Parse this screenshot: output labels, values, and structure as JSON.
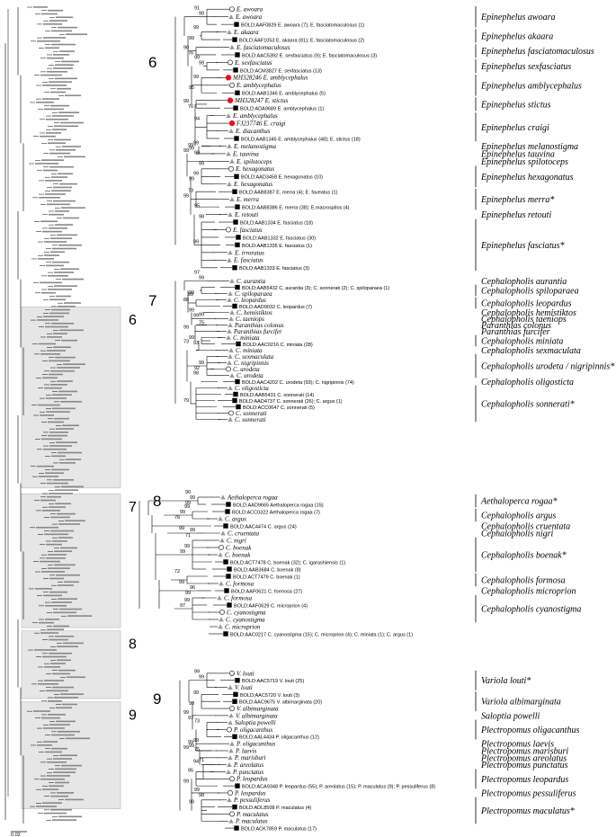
{
  "overview": {
    "leaf_count": 240,
    "highlight_boxes": [
      {
        "label": "6",
        "y0": 0.367,
        "y1": 0.589
      },
      {
        "label": "7",
        "y0": 0.596,
        "y1": 0.76
      },
      {
        "label": "8",
        "y0": 0.764,
        "y1": 0.847
      },
      {
        "label": "9",
        "y0": 0.851,
        "y1": 0.982
      }
    ],
    "scale_label": "0.02"
  },
  "panels": [
    {
      "label": "6",
      "clades": [
        {
          "name": "Epinephelus awoara",
          "star": false,
          "count": 3
        },
        {
          "name": "Epinephelus akaara",
          "star": false,
          "count": 2
        },
        {
          "name": "Epinephelus fasciatomaculosus",
          "star": false,
          "count": 2
        },
        {
          "name": "Epinephelus sexfasciatus",
          "star": false,
          "count": 2
        },
        {
          "name": "Epinephelus amblycephalus",
          "star": false,
          "count": 3
        },
        {
          "name": "Epinephelus stictus",
          "star": false,
          "count": 2
        },
        {
          "name": "Epinephelus craigi",
          "star": false,
          "count": 4
        },
        {
          "name": "Epinephelus melanostigma",
          "star": false,
          "count": 1
        },
        {
          "name": "Epinephelus tauvina",
          "star": false,
          "count": 1
        },
        {
          "name": "Epinephelus spilotoceps",
          "star": false,
          "count": 1
        },
        {
          "name": "Epinephelus hexagonatus",
          "star": false,
          "count": 3
        },
        {
          "name": "Epinephelus merra",
          "star": true,
          "count": 3
        },
        {
          "name": "Epinephelus retouti",
          "star": false,
          "count": 1
        },
        {
          "name": "Epinephelus fasciatus",
          "star": true,
          "count": 7
        }
      ],
      "tips": [
        {
          "m": "O",
          "t": "E. awoara"
        },
        {
          "m": "T",
          "t": "E. awoara"
        },
        {
          "m": "S",
          "t": "BOLD:AAF0829 E. awoara (7); E. fasciatomaculosus (1)"
        },
        {
          "m": "T",
          "t": "E. akaara"
        },
        {
          "m": "S",
          "t": "BOLD:AAF1053 E. akaara (81); E. fasciatomaculosus (2)"
        },
        {
          "m": "T",
          "t": "E. fasciatomaculosus"
        },
        {
          "m": "S",
          "t": "BOLD:AAC5392 E. sexfasciatus (9); E. fasciatomaculosus (3)"
        },
        {
          "m": "O",
          "t": "E. sexfasciatus"
        },
        {
          "m": "S",
          "t": "BOLD:ACM3827 E. sexfasciatus (13)"
        },
        {
          "m": "R",
          "t": "MH328246 E. amblycephalus"
        },
        {
          "m": "O",
          "t": "E. amblycephalus"
        },
        {
          "m": "S",
          "t": "BOLD:AAB1346 E. amblycephalus (5)"
        },
        {
          "m": "R",
          "t": "MH328247 E. stictus"
        },
        {
          "m": "S",
          "t": "BOLD:ADA9689 E. amblycephalus (1)"
        },
        {
          "m": "T",
          "t": "E. amblycephalus"
        },
        {
          "m": "R",
          "t": "FJ237746 E. craigi"
        },
        {
          "m": "T",
          "t": "E. diacanthus"
        },
        {
          "m": "S",
          "t": "BOLD:AAB1345 E. amblycephalus (48); E. stictus (18)"
        },
        {
          "m": "T",
          "t": "E. melanostigma"
        },
        {
          "m": "T",
          "t": "E. tauvina"
        },
        {
          "m": "T",
          "t": "E. spilotoceps"
        },
        {
          "m": "O",
          "t": "E. hexagonatus"
        },
        {
          "m": "S",
          "t": "BOLD:AAD3458 E. hexagonatus (10)"
        },
        {
          "m": "T",
          "t": "E. hexagonatus"
        },
        {
          "m": "S",
          "t": "BOLD:AAB8387 E. merra (4); E. faveatus (1)"
        },
        {
          "m": "T",
          "t": "E. merra"
        },
        {
          "m": "S",
          "t": "BOLD:AAB8386 E. merra (38); E.macrospilos (4)"
        },
        {
          "m": "T",
          "t": "E. retouti"
        },
        {
          "m": "S",
          "t": "BOLD:AAB1334 E. fasciatus (18)"
        },
        {
          "m": "O",
          "t": "E. fasciatus"
        },
        {
          "m": "S",
          "t": "BOLD:AAB1332 E. fasciatus (30)"
        },
        {
          "m": "S",
          "t": "BOLD:AAB1335 E. fasciatus (1)"
        },
        {
          "m": "T",
          "t": "E. irroratus"
        },
        {
          "m": "T",
          "t": "E. fasciatus"
        },
        {
          "m": "S",
          "t": "BOLD:AAB1333 E. fasciatus (3)"
        }
      ],
      "supports": [
        "91",
        "99",
        "99",
        "99",
        "90",
        "76",
        "99",
        "99",
        "95",
        "99",
        "99",
        "76",
        "94",
        "99",
        "99",
        "99",
        "99",
        "99",
        "99",
        "99",
        "99",
        "73",
        "99",
        "98",
        "95",
        "99"
      ]
    },
    {
      "label": "7",
      "clades": [
        {
          "name": "Cephalopholis aurantia",
          "star": false,
          "count": 1
        },
        {
          "name": "Cephalopholis spiloparaea",
          "star": false,
          "count": 2
        },
        {
          "name": "Cephalopholis leopardus",
          "star": false,
          "count": 2
        },
        {
          "name": "Cephalopholis hemistiktos",
          "star": false,
          "count": 1
        },
        {
          "name": "Cephalopholis taeniops",
          "star": false,
          "count": 1
        },
        {
          "name": "Paranthias colonus",
          "star": false,
          "count": 1
        },
        {
          "name": "Paranthias furcifer",
          "star": false,
          "count": 1
        },
        {
          "name": "Cephalopholis miniata",
          "star": false,
          "count": 2
        },
        {
          "name": "Cephalopholis sexmaculata",
          "star": false,
          "count": 1
        },
        {
          "name": "Cephalopholis urodeta / nigripinnis",
          "star": true,
          "count": 4
        },
        {
          "name": "Cephalopholis oligosticta",
          "star": false,
          "count": 1
        },
        {
          "name": "Cephalopholis sonnerati",
          "star": true,
          "count": 6
        }
      ],
      "tips": [
        {
          "m": "T",
          "t": "C. aurantia"
        },
        {
          "m": "S",
          "t": "BOLD:AAB5432 C. aurantia (3); C. sonnerati (2); C. spiloparaea (1)"
        },
        {
          "m": "T",
          "t": "C. spiloparaea"
        },
        {
          "m": "T",
          "t": "C. leopardus"
        },
        {
          "m": "S",
          "t": "BOLD:AAD9032 C. leopardus (7)"
        },
        {
          "m": "T",
          "t": "C. hemistiktos"
        },
        {
          "m": "T",
          "t": "C. taeniops"
        },
        {
          "m": "T",
          "t": "Paranthias colonus"
        },
        {
          "m": "T",
          "t": "Paranthias furcifer"
        },
        {
          "m": "T",
          "t": "C. miniata"
        },
        {
          "m": "S",
          "t": "BOLD:AAC0216 C. miniata (28)"
        },
        {
          "m": "T",
          "t": "C. miniata"
        },
        {
          "m": "T",
          "t": "C. sexmaculata"
        },
        {
          "m": "T",
          "t": "C. nigripinnis"
        },
        {
          "m": "O",
          "t": "C. urodeta"
        },
        {
          "m": "T",
          "t": "C. urodeta"
        },
        {
          "m": "S",
          "t": "BOLD:AAC4202 C. urodeta (93); C. nigripinnis (74)"
        },
        {
          "m": "T",
          "t": "C. oligosticta"
        },
        {
          "m": "S",
          "t": "BOLD:AAB5431 C. sonnerati (14)"
        },
        {
          "m": "S",
          "t": "BOLD:AAD4737 C. sonnerati (26); C. argus (1)"
        },
        {
          "m": "S",
          "t": "BOLD:ACC0647 C. sonnerati (5)"
        },
        {
          "m": "O",
          "t": "C. sonnerati"
        },
        {
          "m": "T",
          "t": "C. sonnerati"
        }
      ],
      "supports": [
        "97",
        "99",
        "99",
        "99",
        "88",
        "99",
        "99",
        "99",
        "99",
        "75",
        "99",
        "93",
        "73",
        "99",
        "92",
        "98",
        "79"
      ]
    },
    {
      "label": "8",
      "clades": [
        {
          "name": "Aethaloperca rogaa",
          "star": true,
          "count": 2
        },
        {
          "name": "Cephalopholis argus",
          "star": false,
          "count": 2
        },
        {
          "name": "Cephalopholis cruentata",
          "star": false,
          "count": 1
        },
        {
          "name": "Cephalopholis nigri",
          "star": false,
          "count": 1
        },
        {
          "name": "Cephalopholis boenak",
          "star": true,
          "count": 5
        },
        {
          "name": "Cephalopholis formosa",
          "star": false,
          "count": 2
        },
        {
          "name": "Cephalopholis microprion",
          "star": false,
          "count": 1
        },
        {
          "name": "Cephalopholis cyanostigma",
          "star": false,
          "count": 4
        }
      ],
      "tips": [
        {
          "m": "T",
          "t": "Aethaloperca rogaa"
        },
        {
          "m": "S",
          "t": "BOLD:AAD9665 Aethaloperca rogaa (15)"
        },
        {
          "m": "S",
          "t": "BOLD:ACC0322 Aethaloperca rogaa (7)"
        },
        {
          "m": "T",
          "t": "C. argus"
        },
        {
          "m": "S",
          "t": "BOLD:AAC4474 C. argus (24)"
        },
        {
          "m": "T",
          "t": "C. cruentata"
        },
        {
          "m": "T",
          "t": "C. nigri"
        },
        {
          "m": "O",
          "t": "C. boenak"
        },
        {
          "m": "T",
          "t": "C. boenak"
        },
        {
          "m": "S",
          "t": "BOLD:ACT7478 C. boenak (32); C. igarashiensis (1)"
        },
        {
          "m": "S",
          "t": "BOLD:AAB3684 C. boenak (8)"
        },
        {
          "m": "S",
          "t": "BOLD:ACT7479 C. boenak (1)"
        },
        {
          "m": "T",
          "t": "C. formosa"
        },
        {
          "m": "S",
          "t": "BOLD:AAF0621 C. formosa (27)"
        },
        {
          "m": "T",
          "t": "C. formosa"
        },
        {
          "m": "S",
          "t": "BOLD:AAF0629 C. microprion (4)"
        },
        {
          "m": "O",
          "t": "C. cyanostigma"
        },
        {
          "m": "T",
          "t": "C. cyanostigma"
        },
        {
          "m": "T",
          "t": "C. microprion"
        },
        {
          "m": "S",
          "t": "BOLD:AAC0217 C. cyanostigma (15); C. microprion (4); C. miniata (1); C. argus (1)"
        }
      ],
      "supports": [
        "90",
        "99",
        "99",
        "99",
        "99",
        "99",
        "76",
        "99",
        "71",
        "99",
        "99",
        "99",
        "72",
        "96",
        "99",
        "99",
        "97"
      ]
    },
    {
      "label": "9",
      "clades": [
        {
          "name": "Variola louti",
          "star": true,
          "count": 3
        },
        {
          "name": "Variola albimarginata",
          "star": false,
          "count": 3
        },
        {
          "name": "Saloptia powelli",
          "star": false,
          "count": 1
        },
        {
          "name": "Plectropomus oligacanthus",
          "star": false,
          "count": 3
        },
        {
          "name": "Plectropomus laevis",
          "star": false,
          "count": 1
        },
        {
          "name": "Plectropomus marisburi",
          "star": false,
          "count": 1
        },
        {
          "name": "Plectropomus areolatus",
          "star": false,
          "count": 1
        },
        {
          "name": "Plectropomus punctatus",
          "star": false,
          "count": 1
        },
        {
          "name": "Plectropomus leopardus",
          "star": false,
          "count": 3
        },
        {
          "name": "Plectropomus pessuliferus",
          "star": false,
          "count": 1
        },
        {
          "name": "Plectropomus maculatus",
          "star": true,
          "count": 4
        }
      ],
      "tips": [
        {
          "m": "O",
          "t": "V. louti"
        },
        {
          "m": "S",
          "t": "BOLD:AAC5719 V. louti (25)"
        },
        {
          "m": "T",
          "t": "V. louti"
        },
        {
          "m": "S",
          "t": "BOLD:AAC5720 V. louti (3)"
        },
        {
          "m": "S",
          "t": "BOLD:AAC9675 V. albimarginata (20)"
        },
        {
          "m": "O",
          "t": "V. albimarginata"
        },
        {
          "m": "T",
          "t": "V. albimarginata"
        },
        {
          "m": "T",
          "t": "Saloptia powelli"
        },
        {
          "m": "O",
          "t": "P. oligacanthus"
        },
        {
          "m": "S",
          "t": "BOLD:AAL4434 P. oligacanthus (12)"
        },
        {
          "m": "T",
          "t": "P. oligacanthus"
        },
        {
          "m": "T",
          "t": "P. laevis"
        },
        {
          "m": "T",
          "t": "P. marisburi"
        },
        {
          "m": "T",
          "t": "P. areolatus"
        },
        {
          "m": "T",
          "t": "P. punctatus"
        },
        {
          "m": "O",
          "t": "P. leopardus"
        },
        {
          "m": "S",
          "t": "BOLD:ACA9348 P. leopardus (55); P. areolatus (15); P. maculatus (9); P. pessuliferus (8)"
        },
        {
          "m": "O",
          "t": "P. leopardus"
        },
        {
          "m": "T",
          "t": "P. pessuliferus"
        },
        {
          "m": "S",
          "t": "BOLD:ADL8508 P. maculatus (4)"
        },
        {
          "m": "O",
          "t": "P. maculatus"
        },
        {
          "m": "T",
          "t": "P. maculatus"
        },
        {
          "m": "S",
          "t": "BOLD:ACK7859 P. maculatus (17)"
        }
      ],
      "supports": [
        "99",
        "99",
        "99",
        "99",
        "99",
        "97",
        "73",
        "99",
        "99",
        "99",
        "99",
        "71",
        "75",
        "94",
        "99",
        "95",
        "99",
        "98",
        "99"
      ]
    }
  ]
}
